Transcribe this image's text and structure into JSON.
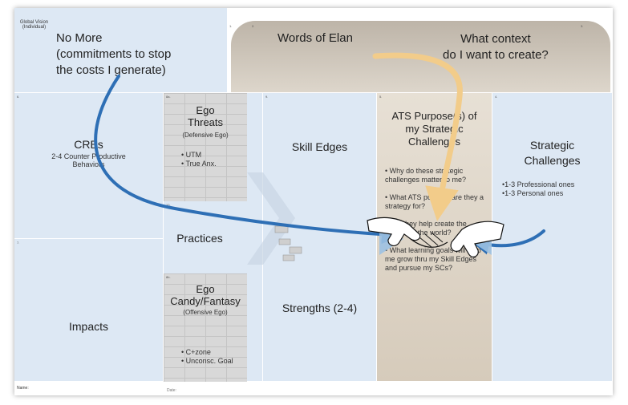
{
  "header": {
    "global_vision_label": "Global Vision\n(Individual)",
    "no_more_title": "No More\n(commitments to stop\nthe costs I generate)",
    "words_of_elan": "Words of Elan",
    "what_context": "What context\ndo I want to create?",
    "num_1": "1.",
    "num_2": "2.",
    "num_3": "3."
  },
  "cells": {
    "crbs": {
      "num": "6.",
      "title": "CRBs",
      "subtitle": "2-4 Counter Productive\nBehaviors"
    },
    "ego_threats": {
      "num": "8a.",
      "title": "Ego\nThreats",
      "subtitle": "(Defensive Ego)",
      "bullets": [
        "• UTM",
        "• True Anx."
      ]
    },
    "skill_edges": {
      "num": "9.",
      "title": "Skill Edges"
    },
    "ats": {
      "num": "5.",
      "title": "ATS Purpose(s) of\nmy Strategic\nChallenges",
      "questions": [
        "• Why do these strategic challenges matter to me?",
        "• What ATS purpose are they a strategy for?",
        "• Will they help create the context in the world?",
        "• What learning goals will help me grow thru my Skill Edges and pursue my SCs?"
      ]
    },
    "strategic": {
      "num": "4.",
      "title": "Strategic\nChallenges",
      "bullets": [
        "•1-3 Professional ones",
        "•1-3 Personal ones"
      ]
    },
    "practices": {
      "num": "10.",
      "title": "Practices",
      "num_11": "11."
    },
    "impacts": {
      "num": "7.",
      "title": "Impacts"
    },
    "ego_candy": {
      "num": "8b.",
      "title": "Ego\nCandy/Fantasy",
      "subtitle": "(Offensive Ego)",
      "bullets": [
        "• C+zone",
        "• Unconsc. Goal"
      ]
    },
    "strengths": {
      "title": "Strengths (2-4)"
    }
  },
  "footer": {
    "name_label": "Name:",
    "date_label": "Date:"
  },
  "colors": {
    "panel_blue": "#dde8f4",
    "tan_header": "#c9c0b4",
    "ats_tan": "#dcd3c4",
    "arrow_blue": "#2e6fb5",
    "arrow_gold": "#f2cc8a"
  },
  "icons": [
    "handshake-icon",
    "bricks-icon"
  ]
}
